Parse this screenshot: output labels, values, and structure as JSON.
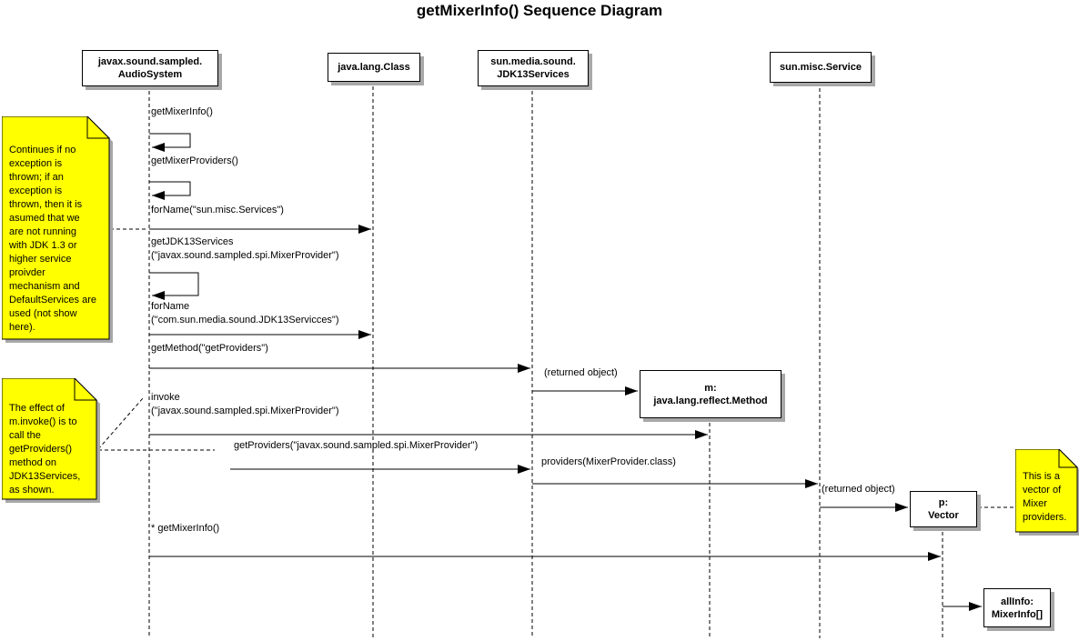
{
  "title": "getMixerInfo() Sequence Diagram",
  "colors": {
    "note_fill": "#FFFF00",
    "shadow": "#A8A8A8",
    "line": "#000000",
    "background": "#FFFFFF"
  },
  "lifelines": [
    {
      "id": "audio-system",
      "label": "javax.sound.sampled.\nAudioSystem"
    },
    {
      "id": "java-lang-class",
      "label": "java.lang.Class"
    },
    {
      "id": "jdk13-services",
      "label": "sun.media.sound.\nJDK13Services"
    },
    {
      "id": "sun-misc-service",
      "label": "sun.misc.Service"
    }
  ],
  "objects": [
    {
      "id": "method-object",
      "label": "m:\njava.lang.reflect.Method"
    },
    {
      "id": "vector-object",
      "label": "p:\nVector"
    },
    {
      "id": "allinfo-object",
      "label": "allInfo:\nMixerInfo[]"
    }
  ],
  "messages": [
    {
      "label": "getMixerInfo()"
    },
    {
      "label": "getMixerProviders()"
    },
    {
      "label": "forName(\"sun.misc.Services\")"
    },
    {
      "label": "getJDK13Services\n(\"javax.sound.sampled.spi.MixerProvider\")"
    },
    {
      "label": "forName\n(\"com.sun.media.sound.JDK13Servicces\")"
    },
    {
      "label": "getMethod(\"getProviders\")"
    },
    {
      "label": "(returned object)"
    },
    {
      "label": "invoke\n(\"javax.sound.sampled.spi.MixerProvider\")"
    },
    {
      "label": "getProviders(\"javax.sound.sampled.spi.MixerProvider\")"
    },
    {
      "label": "providers(MixerProvider.class)"
    },
    {
      "label": "(returned object)"
    },
    {
      "label": "* getMixerInfo()"
    }
  ],
  "notes": [
    {
      "text": "Continues if no\nexception is\nthrown; if an\nexception is\nthrown, then it is\nasumed that we\nare not running\nwith JDK 1.3 or\nhigher service\nproivder\nmechanism and\nDefaultServices are\nused (not show\nhere)."
    },
    {
      "text": "The effect of\nm.invoke() is to\ncall the\ngetProviders()\nmethod on\nJDK13Services,\nas shown."
    },
    {
      "text": "This is a\nvector of\nMixer\nproviders."
    }
  ]
}
